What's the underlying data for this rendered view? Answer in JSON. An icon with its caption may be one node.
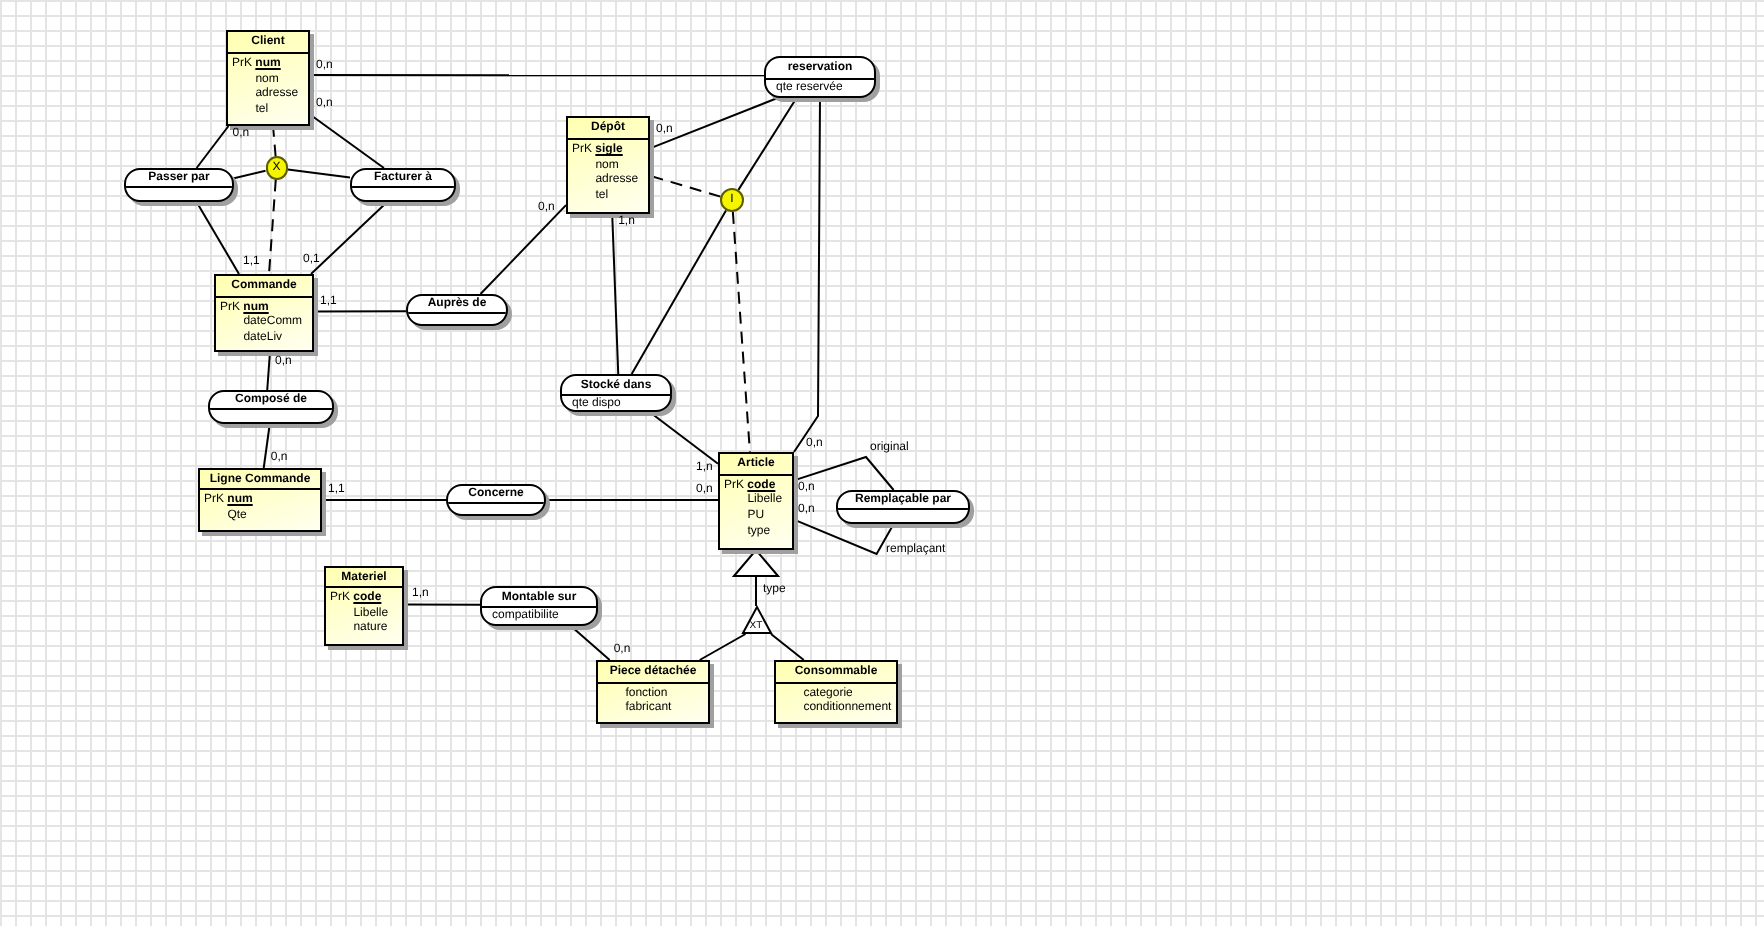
{
  "diagram": {
    "nodes": [
      {
        "text": [
          "Client",
          "PrK **num**",
          "nom",
          "adresse",
          "tel"
        ]
      },
      {
        "text": [
          "reservation",
          "qte reservée"
        ]
      },
      {
        "text": [
          "Passer par"
        ]
      },
      {
        "text": [
          "X"
        ]
      },
      {
        "text": [
          "Facturer à"
        ]
      },
      {
        "text": [
          "Dépôt",
          "PrK **sigle**",
          "nom",
          "adresse",
          "tel"
        ]
      },
      {
        "text": [
          "I"
        ]
      },
      {
        "text": [
          "Commande",
          "PrK **num**",
          "dateComm",
          "dateLiv"
        ]
      },
      {
        "text": [
          "Auprès de"
        ]
      },
      {
        "text": [
          "Stocké dans",
          "qte dispo"
        ]
      },
      {
        "text": [
          "Composé de"
        ]
      },
      {
        "text": [
          "Ligne Commande",
          "PrK **num**",
          "Qte"
        ]
      },
      {
        "text": [
          "Concerne"
        ]
      },
      {
        "text": [
          "Article",
          "PrK **code**",
          "Libelle",
          "PU",
          "type"
        ]
      },
      {
        "text": [
          "Remplaçable par"
        ]
      },
      {
        "text": [
          "Materiel",
          "PrK **code**",
          "Libelle",
          "nature"
        ]
      },
      {
        "text": [
          "Montable sur",
          "compatibilite"
        ]
      },
      {
        "text": [
          "XT"
        ]
      },
      {
        "text": [
          "Piece détachée",
          "fonction",
          "fabricant"
        ]
      },
      {
        "text": [
          "Consommable",
          "categorie",
          "conditionnement"
        ]
      }
    ],
    "edges": [
      {
        "from": 0,
        "to": 1,
        "arrow": "none",
        "label": "0,n"
      },
      {
        "from": 0,
        "to": 2,
        "arrow": "none",
        "label": "0,n"
      },
      {
        "from": 0,
        "to": 4,
        "arrow": "none",
        "label": "0,n"
      },
      {
        "from": 3,
        "to": 0,
        "arrow": "none",
        "style": "dashed"
      },
      {
        "from": 3,
        "to": 2,
        "arrow": "none"
      },
      {
        "from": 3,
        "to": 4,
        "arrow": "none"
      },
      {
        "from": 3,
        "to": 7,
        "arrow": "none",
        "style": "dashed"
      },
      {
        "from": 7,
        "to": 2,
        "arrow": "none",
        "label": "1,1"
      },
      {
        "from": 7,
        "to": 4,
        "arrow": "none",
        "label": "0,1"
      },
      {
        "from": 7,
        "to": 8,
        "arrow": "none",
        "label": "1,1"
      },
      {
        "from": 5,
        "to": 8,
        "arrow": "none",
        "label": "0,n"
      },
      {
        "from": 5,
        "to": 1,
        "arrow": "none",
        "label": "0,n"
      },
      {
        "from": 13,
        "to": 1,
        "arrow": "none",
        "label": "0,n"
      },
      {
        "from": 6,
        "to": 1,
        "arrow": "none"
      },
      {
        "from": 6,
        "to": 9,
        "arrow": "none"
      },
      {
        "from": 6,
        "to": 5,
        "arrow": "none",
        "style": "dashed"
      },
      {
        "from": 6,
        "to": 13,
        "arrow": "none",
        "style": "dashed"
      },
      {
        "from": 5,
        "to": 9,
        "arrow": "none",
        "label": "1,n"
      },
      {
        "from": 13,
        "to": 9,
        "arrow": "none",
        "label": "1,n"
      },
      {
        "from": 7,
        "to": 10,
        "arrow": "none",
        "label": "0,n"
      },
      {
        "from": 11,
        "to": 10,
        "arrow": "none",
        "label": "0,n"
      },
      {
        "from": 11,
        "to": 12,
        "arrow": "none",
        "label": "1,1"
      },
      {
        "from": 13,
        "to": 12,
        "arrow": "none",
        "label": "0,n"
      },
      {
        "from": 13,
        "to": 14,
        "arrow": "none",
        "label": "0,n"
      },
      {
        "from": 13,
        "to": 14,
        "arrow": "none",
        "label": "0,n"
      },
      {
        "from": 15,
        "to": 16,
        "arrow": "none",
        "label": "1,n"
      },
      {
        "from": 18,
        "to": 16,
        "arrow": "none",
        "label": "0,n"
      },
      {
        "from": 17,
        "to": 13,
        "arrow": "to",
        "label": "type"
      },
      {
        "from": 18,
        "to": 17,
        "arrow": "none"
      },
      {
        "from": 19,
        "to": 17,
        "arrow": "none"
      }
    ],
    "labels": [
      "original",
      "remplaçant"
    ]
  }
}
